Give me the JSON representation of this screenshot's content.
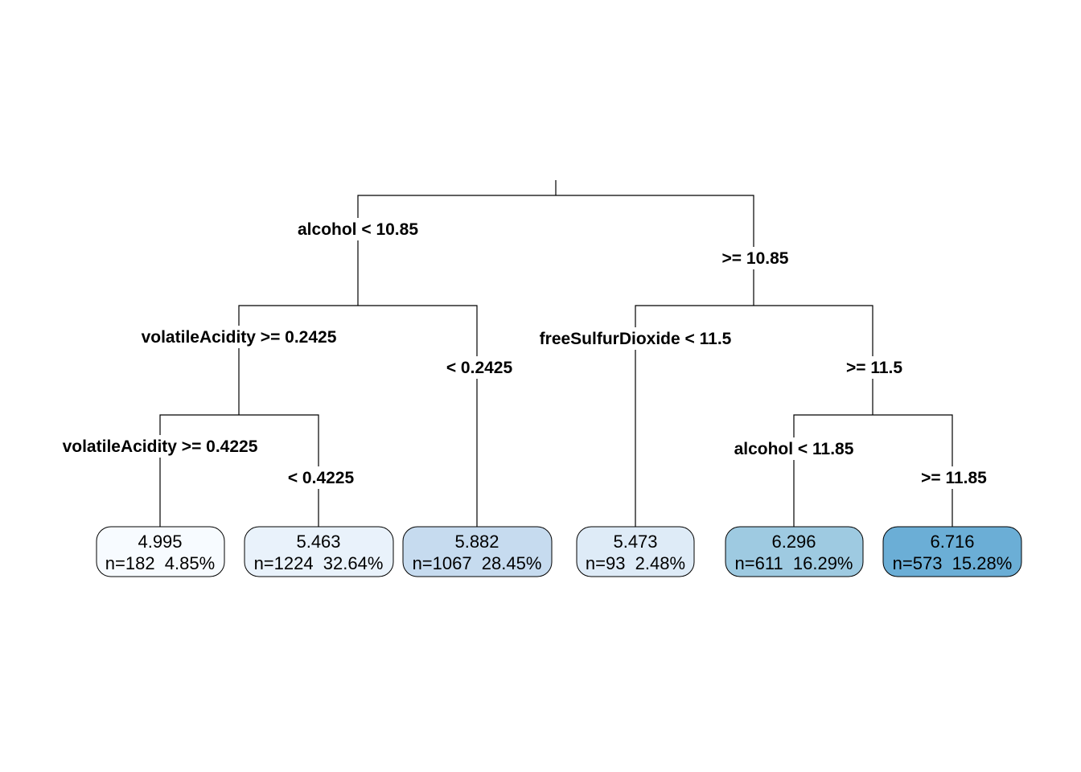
{
  "splits": {
    "root_left": "alcohol < 10.85",
    "root_right": ">= 10.85",
    "n2_left": "volatileAcidity >= 0.2425",
    "n2_right": "< 0.2425",
    "n4_left": "volatileAcidity >= 0.4225",
    "n4_right": "< 0.4225",
    "n3_left": "freeSulfurDioxide < 11.5",
    "n3_right": ">= 11.5",
    "n7_left": "alcohol < 11.85",
    "n7_right": ">= 11.85"
  },
  "leaves": [
    {
      "value": "4.995",
      "detail": "n=182  4.85%",
      "fill": "#f7fbff"
    },
    {
      "value": "5.463",
      "detail": "n=1224  32.64%",
      "fill": "#e9f2fb"
    },
    {
      "value": "5.882",
      "detail": "n=1067  28.45%",
      "fill": "#c6dbef"
    },
    {
      "value": "5.473",
      "detail": "n=93  2.48%",
      "fill": "#deebf7"
    },
    {
      "value": "6.296",
      "detail": "n=611  16.29%",
      "fill": "#9ecae1"
    },
    {
      "value": "6.716",
      "detail": "n=573  15.28%",
      "fill": "#6baed6"
    }
  ]
}
